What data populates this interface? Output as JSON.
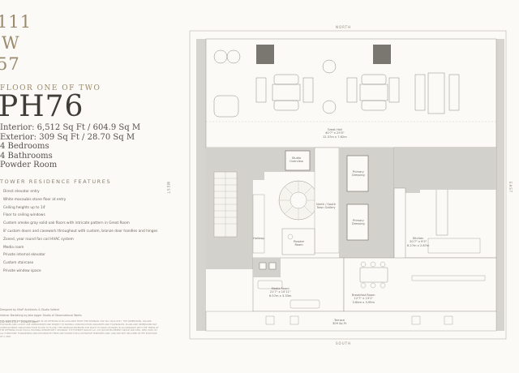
{
  "brand": {
    "line1": "111",
    "line2": "W",
    "line3": "57"
  },
  "floor_label": "FLOOR ONE OF TWO",
  "unit": "PH76",
  "stats": [
    "Interior: 6,512 Sq Ft / 604.9 Sq M",
    "Exterior: 309 Sq Ft / 28.70 Sq M",
    "4 Bedrooms",
    "4 Bathrooms",
    "Powder Room"
  ],
  "features_title": "TOWER RESIDENCE FEATURES",
  "features": [
    "Direct elevator entry",
    "White macaubis stone floor at entry",
    "Ceiling heights up to 14'",
    "Floor to ceiling windows",
    "Custom smoke gray solid oak floors with intricate pattern in Great Room",
    "8' custom doors and casework throughout with custom, bronze door handles and hinges",
    "Zoned, year round fan coil HVAC system",
    "Media room",
    "Private internal elevator",
    "Custom staircase",
    "Private window space"
  ],
  "fine_notes": [
    "Designed by SHoP Architects & Studio Sofield",
    "Interior Marketing by Jake Agger Studio of Observational Works",
    "212 951 1737  ·  111W57.com"
  ],
  "legal": "THE COMPLETE OFFERING TERMS ARE IN AN OFFERING PLAN AVAILABLE FROM THE SPONSOR. FILE NO. CD15-0237. THE DIMENSIONS, SQUARE FOOTAGES AND LAYOUT ARE APPROXIMATE AND SUBJECT TO NORMAL CONSTRUCTION VARIANCES AND TOLERANCES. PLANS AND DIMENSIONS MAY CONTAIN MINOR VARIATIONS FROM FLOOR TO FLOOR. THE SPONSOR RESERVES THE RIGHT TO MAKE CHANGES IN ACCORDANCE WITH THE TERMS OF THE OFFERING PLAN. EQUAL HOUSING OPPORTUNITY. SPONSOR: 57TH STREET GROUP LLC, C/O JDS DEVELOPMENT GROUP AND PMG, NEW YORK, NY. ALL FURNITURE, FURNISHINGS AND DECORATIVE ITEMS ARE SHOWN FOR ILLUSTRATIVE PURPOSES ONLY AND ARE NOT INCLUDED IN THE PURCHASE OF A UNIT.",
  "plan": {
    "north": "NORTH",
    "south": "SOUTH",
    "east": "EAST",
    "west": "WEST",
    "rooms": {
      "great_hall": [
        "Great Hall",
        "40'7\" x 25'0\"",
        "12.37m x 7.62m"
      ],
      "study": [
        "Studio",
        "Overview"
      ],
      "gallery": [
        "North / South",
        "Town Gallery"
      ],
      "primary_dressing": [
        "Primary",
        "Dressing"
      ],
      "primary_dressing2": [
        "Primary",
        "Dressing"
      ],
      "kitchen": [
        "Kitchen",
        "20'7\" x 9'5\"",
        "6.27m x 2.87m"
      ],
      "hallway": [
        "Hallway"
      ],
      "powder": [
        "Powder",
        "Room"
      ],
      "media": [
        "Media Room",
        "21'7\" x 10'11\"",
        "6.57m x 3.33m"
      ],
      "breakfast": [
        "Breakfast Room",
        "12'7\" x 13'1\"",
        "3.84m x 3.99m"
      ],
      "terrace": [
        "Terrace",
        "309 Sq Ft"
      ]
    }
  }
}
